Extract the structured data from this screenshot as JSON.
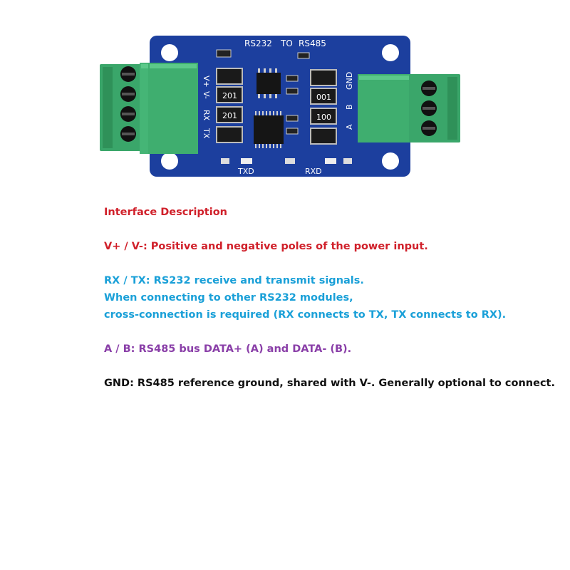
{
  "board": {
    "title_left": "RS232",
    "title_mid": "TO",
    "title_right": "RS485",
    "pin_vplus": "V+",
    "pin_vminus": "V-",
    "pin_rx": "RX",
    "pin_tx": "TX",
    "pin_gnd": "GND",
    "pin_b": "B",
    "pin_a": "A",
    "res_201_a": "201",
    "res_201_b": "201",
    "res_001": "001",
    "res_100": "100",
    "led_txd": "TXD",
    "led_rxd": "RXD",
    "colors": {
      "pcb": "#1c3f9e",
      "terminal": "#3aa66a",
      "silk": "#ffffff"
    }
  },
  "description": {
    "heading": "Interface Description",
    "power": "V+ / V-: Positive and negative poles of the power input.",
    "rs232_1": "RX / TX: RS232 receive and transmit signals.",
    "rs232_2": "When connecting to other RS232 modules,",
    "rs232_3": "cross-connection is required (RX connects to TX, TX connects to RX).",
    "rs485": "A / B: RS485 bus DATA+ (A) and DATA- (B).",
    "gnd": "GND: RS485 reference ground, shared with V-. Generally optional to connect.",
    "colors": {
      "heading": "#d0202a",
      "power": "#d0202a",
      "rs232": "#1aa0d8",
      "rs485": "#8a3fa8",
      "gnd": "#111111"
    }
  }
}
